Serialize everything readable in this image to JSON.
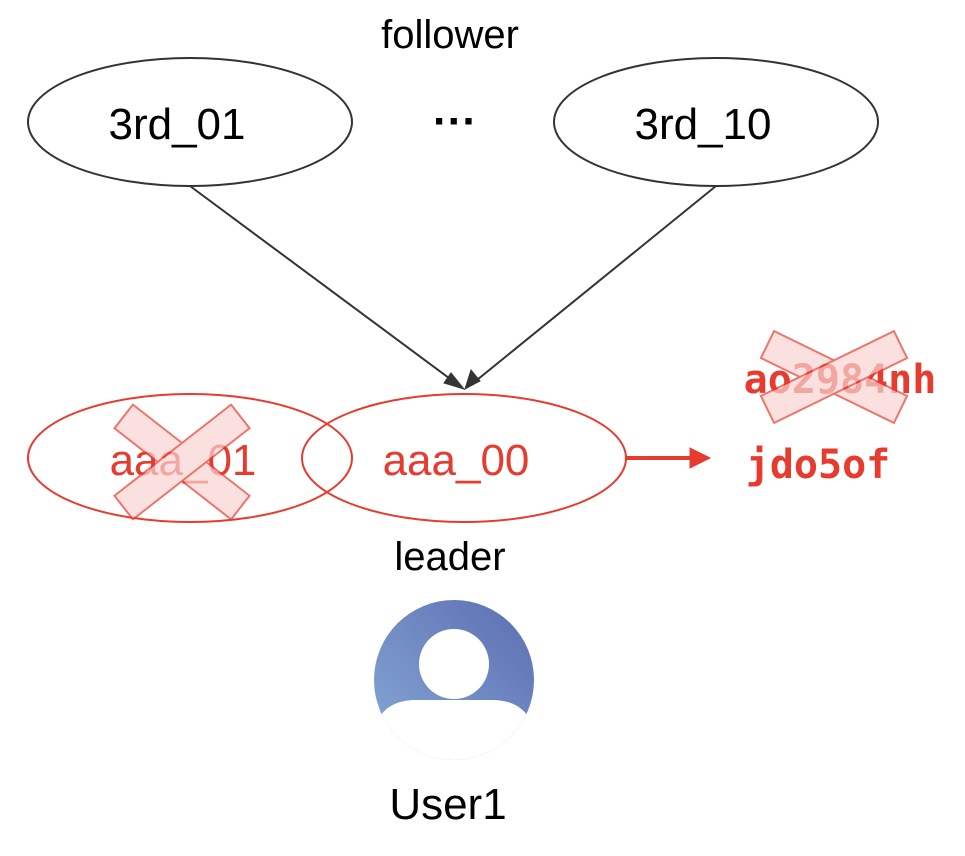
{
  "labels": {
    "follower": "follower",
    "leader": "leader",
    "ellipsis": "···",
    "user": "User1"
  },
  "nodes": {
    "third_01": "3rd_01",
    "third_10": "3rd_10",
    "aaa_01": "aaa_01",
    "aaa_00": "aaa_00"
  },
  "tokens": {
    "old": "ao2984nh",
    "new": "jdo5of"
  },
  "colors": {
    "black": "#000000",
    "line": "#333333",
    "red": "#e63b2e",
    "cross_fill": "#f8d4d2",
    "avatar_start": "#86a9d6",
    "avatar_end": "#5c6db1"
  },
  "icons": {
    "user_avatar": "user-avatar-icon",
    "cross": "cross-icon",
    "arrow": "arrow-icon"
  }
}
